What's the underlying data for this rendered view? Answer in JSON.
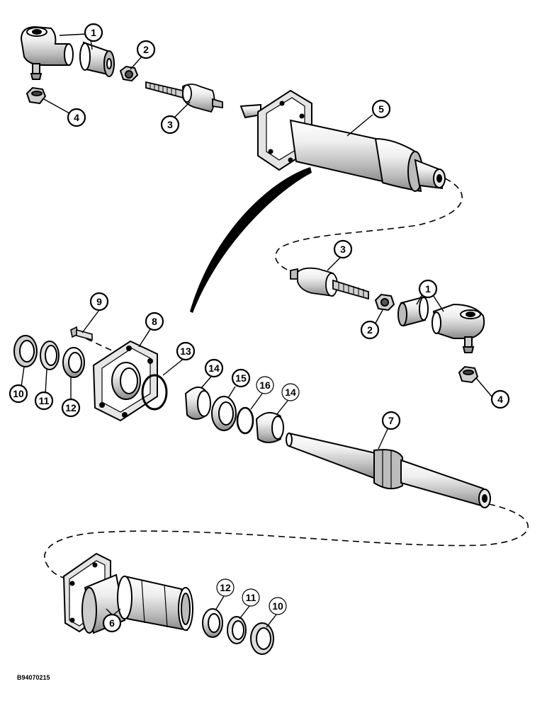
{
  "figure_code": "B94070215",
  "colors": {
    "ink": "#000000",
    "paper": "#ffffff",
    "shade": "#d8d8d8",
    "light": "#eeeeee"
  },
  "callouts": [
    {
      "id": "c1a",
      "label": "1"
    },
    {
      "id": "c2a",
      "label": "2"
    },
    {
      "id": "c3a",
      "label": "3"
    },
    {
      "id": "c4a",
      "label": "4"
    },
    {
      "id": "c5",
      "label": "5"
    },
    {
      "id": "c3b",
      "label": "3"
    },
    {
      "id": "c1b",
      "label": "1"
    },
    {
      "id": "c2b",
      "label": "2"
    },
    {
      "id": "c4b",
      "label": "4"
    },
    {
      "id": "c9",
      "label": "9"
    },
    {
      "id": "c8",
      "label": "8"
    },
    {
      "id": "c13",
      "label": "13"
    },
    {
      "id": "c10a",
      "label": "10"
    },
    {
      "id": "c11a",
      "label": "11"
    },
    {
      "id": "c12a",
      "label": "12"
    },
    {
      "id": "c14a",
      "label": "14"
    },
    {
      "id": "c15",
      "label": "15"
    },
    {
      "id": "c16",
      "label": "16"
    },
    {
      "id": "c14b",
      "label": "14"
    },
    {
      "id": "c7",
      "label": "7"
    },
    {
      "id": "c6",
      "label": "6"
    },
    {
      "id": "c12b",
      "label": "12"
    },
    {
      "id": "c11b",
      "label": "11"
    },
    {
      "id": "c10b",
      "label": "10"
    }
  ]
}
